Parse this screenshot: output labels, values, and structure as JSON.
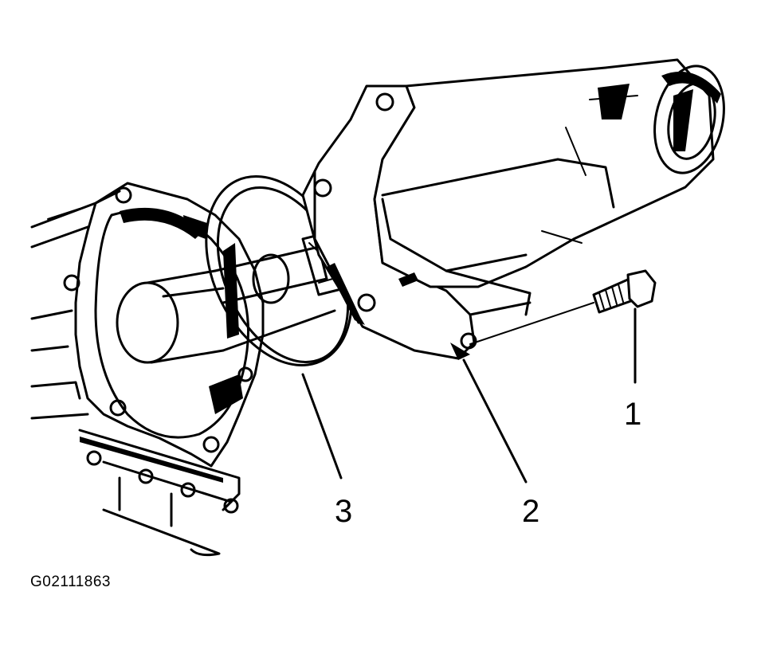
{
  "callouts": [
    {
      "label": "1",
      "part": "bolt"
    },
    {
      "label": "2",
      "part": "extension-housing"
    },
    {
      "label": "3",
      "part": "gasket"
    }
  ],
  "figure_code": "G02111863",
  "colors": {
    "ink": "#000000",
    "paper": "#ffffff"
  }
}
